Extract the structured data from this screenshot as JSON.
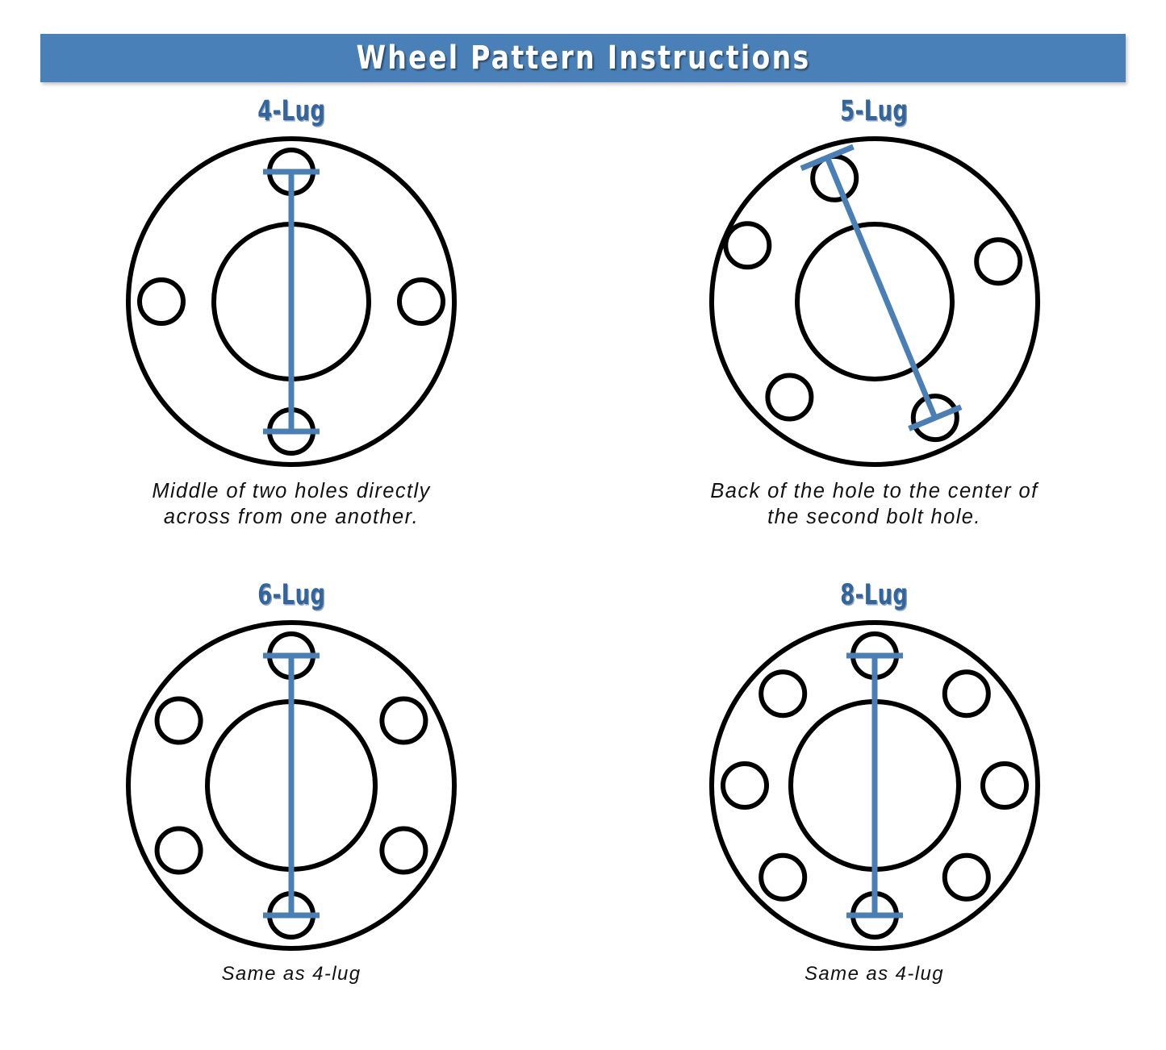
{
  "header": {
    "title": "Wheel Pattern Instructions",
    "bar_color": "#4a80b8",
    "title_color": "#ffffff"
  },
  "colors": {
    "accent_blue": "#4a80b8",
    "label_blue": "#34649c",
    "measure_line": "#4a7fb5",
    "outline": "#000000",
    "background": "#ffffff"
  },
  "panels": [
    {
      "id": "four-lug",
      "label": "4-Lug",
      "caption": "Middle of two holes directly\nacross from one another.",
      "lug_count": 4,
      "measure_type": "center-to-center"
    },
    {
      "id": "five-lug",
      "label": "5-Lug",
      "caption": "Back of the hole to the center of\nthe second bolt hole.",
      "lug_count": 5,
      "measure_type": "back-to-center"
    },
    {
      "id": "six-lug",
      "label": "6-Lug",
      "caption": "Same as 4-lug",
      "lug_count": 6,
      "measure_type": "center-to-center"
    },
    {
      "id": "eight-lug",
      "label": "8-Lug",
      "caption": "Same as 4-lug",
      "lug_count": 8,
      "measure_type": "center-to-center"
    }
  ],
  "diagram_geometry": {
    "outer_radius": 202,
    "hub_radius": 96,
    "bolt_circle_radius": 161,
    "bolt_hole_radius": 27,
    "outline_width": 6,
    "measure_line_width": 7,
    "measure_cap_length": 70
  }
}
